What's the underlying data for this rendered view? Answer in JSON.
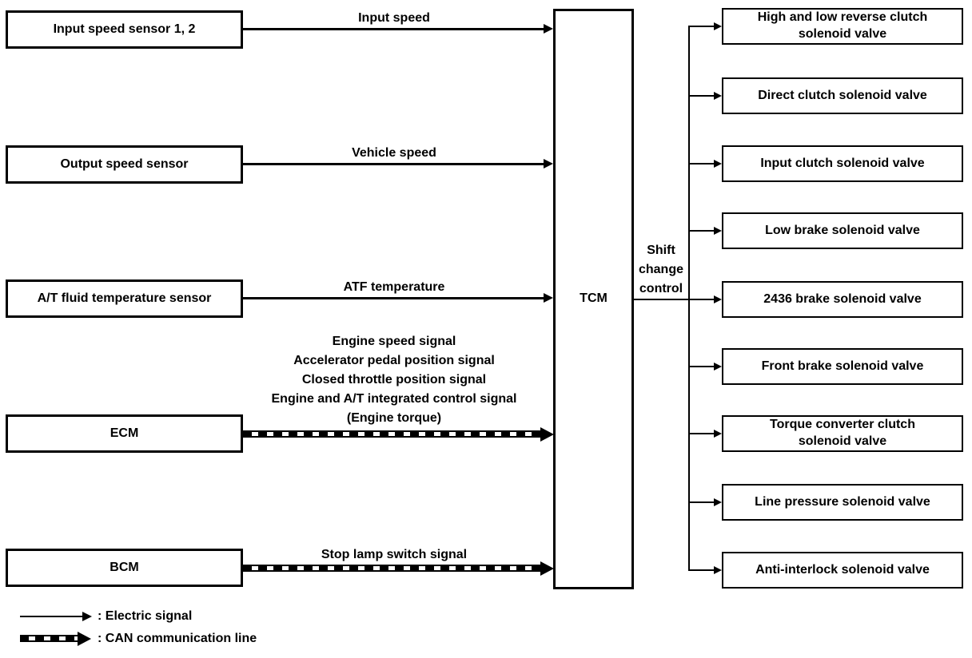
{
  "tcm": "TCM",
  "shift_control_label": "Shift\nchange\ncontrol",
  "inputs": [
    {
      "box": "Input speed sensor 1, 2",
      "signal": "Input speed",
      "type": "electric"
    },
    {
      "box": "Output speed sensor",
      "signal": "Vehicle speed",
      "type": "electric"
    },
    {
      "box": "A/T fluid temperature sensor",
      "signal": "ATF temperature",
      "type": "electric"
    },
    {
      "box": "ECM",
      "signal": "Engine speed signal\nAccelerator pedal position signal\nClosed throttle position signal\nEngine and A/T integrated control signal\n(Engine torque)",
      "type": "can"
    },
    {
      "box": "BCM",
      "signal": "Stop lamp switch signal",
      "type": "can"
    }
  ],
  "outputs": [
    "High and low reverse clutch\nsolenoid valve",
    "Direct clutch solenoid valve",
    "Input clutch solenoid valve",
    "Low brake solenoid valve",
    "2436 brake solenoid valve",
    "Front brake solenoid valve",
    "Torque converter clutch\nsolenoid valve",
    "Line pressure solenoid valve",
    "Anti-interlock solenoid valve"
  ],
  "legend": [
    {
      "label": ": Electric signal",
      "type": "electric"
    },
    {
      "label": ": CAN communication line",
      "type": "can"
    }
  ],
  "colors": {
    "line": "#000000",
    "background": "#ffffff"
  }
}
